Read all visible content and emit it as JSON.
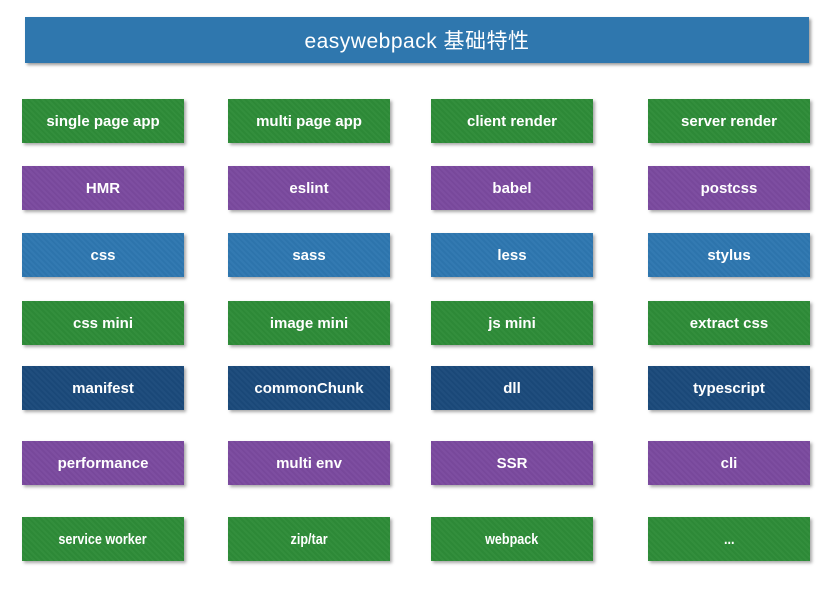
{
  "title": "easywebpack 基础特性",
  "colors": {
    "banner": "#2f77ae",
    "green": "#2e8c38",
    "purple": "#7b4a9f",
    "blue": "#2e77b0",
    "navy": "#1b4a7b",
    "text": "#ffffff",
    "background": "#ffffff"
  },
  "rows": [
    {
      "color": "green",
      "items": [
        "single page app",
        "multi page app",
        "client render",
        "server render"
      ]
    },
    {
      "color": "purple",
      "items": [
        "HMR",
        "eslint",
        "babel",
        "postcss"
      ]
    },
    {
      "color": "blue",
      "items": [
        "css",
        "sass",
        "less",
        "stylus"
      ]
    },
    {
      "color": "green",
      "items": [
        "css mini",
        "image mini",
        "js mini",
        "extract css"
      ]
    },
    {
      "color": "navy",
      "items": [
        "manifest",
        "commonChunk",
        "dll",
        "typescript"
      ]
    },
    {
      "color": "purple",
      "items": [
        "performance",
        "multi env",
        "SSR",
        "cli"
      ]
    },
    {
      "color": "green",
      "items": [
        "service worker",
        "zip/tar",
        "webpack",
        "..."
      ]
    }
  ]
}
